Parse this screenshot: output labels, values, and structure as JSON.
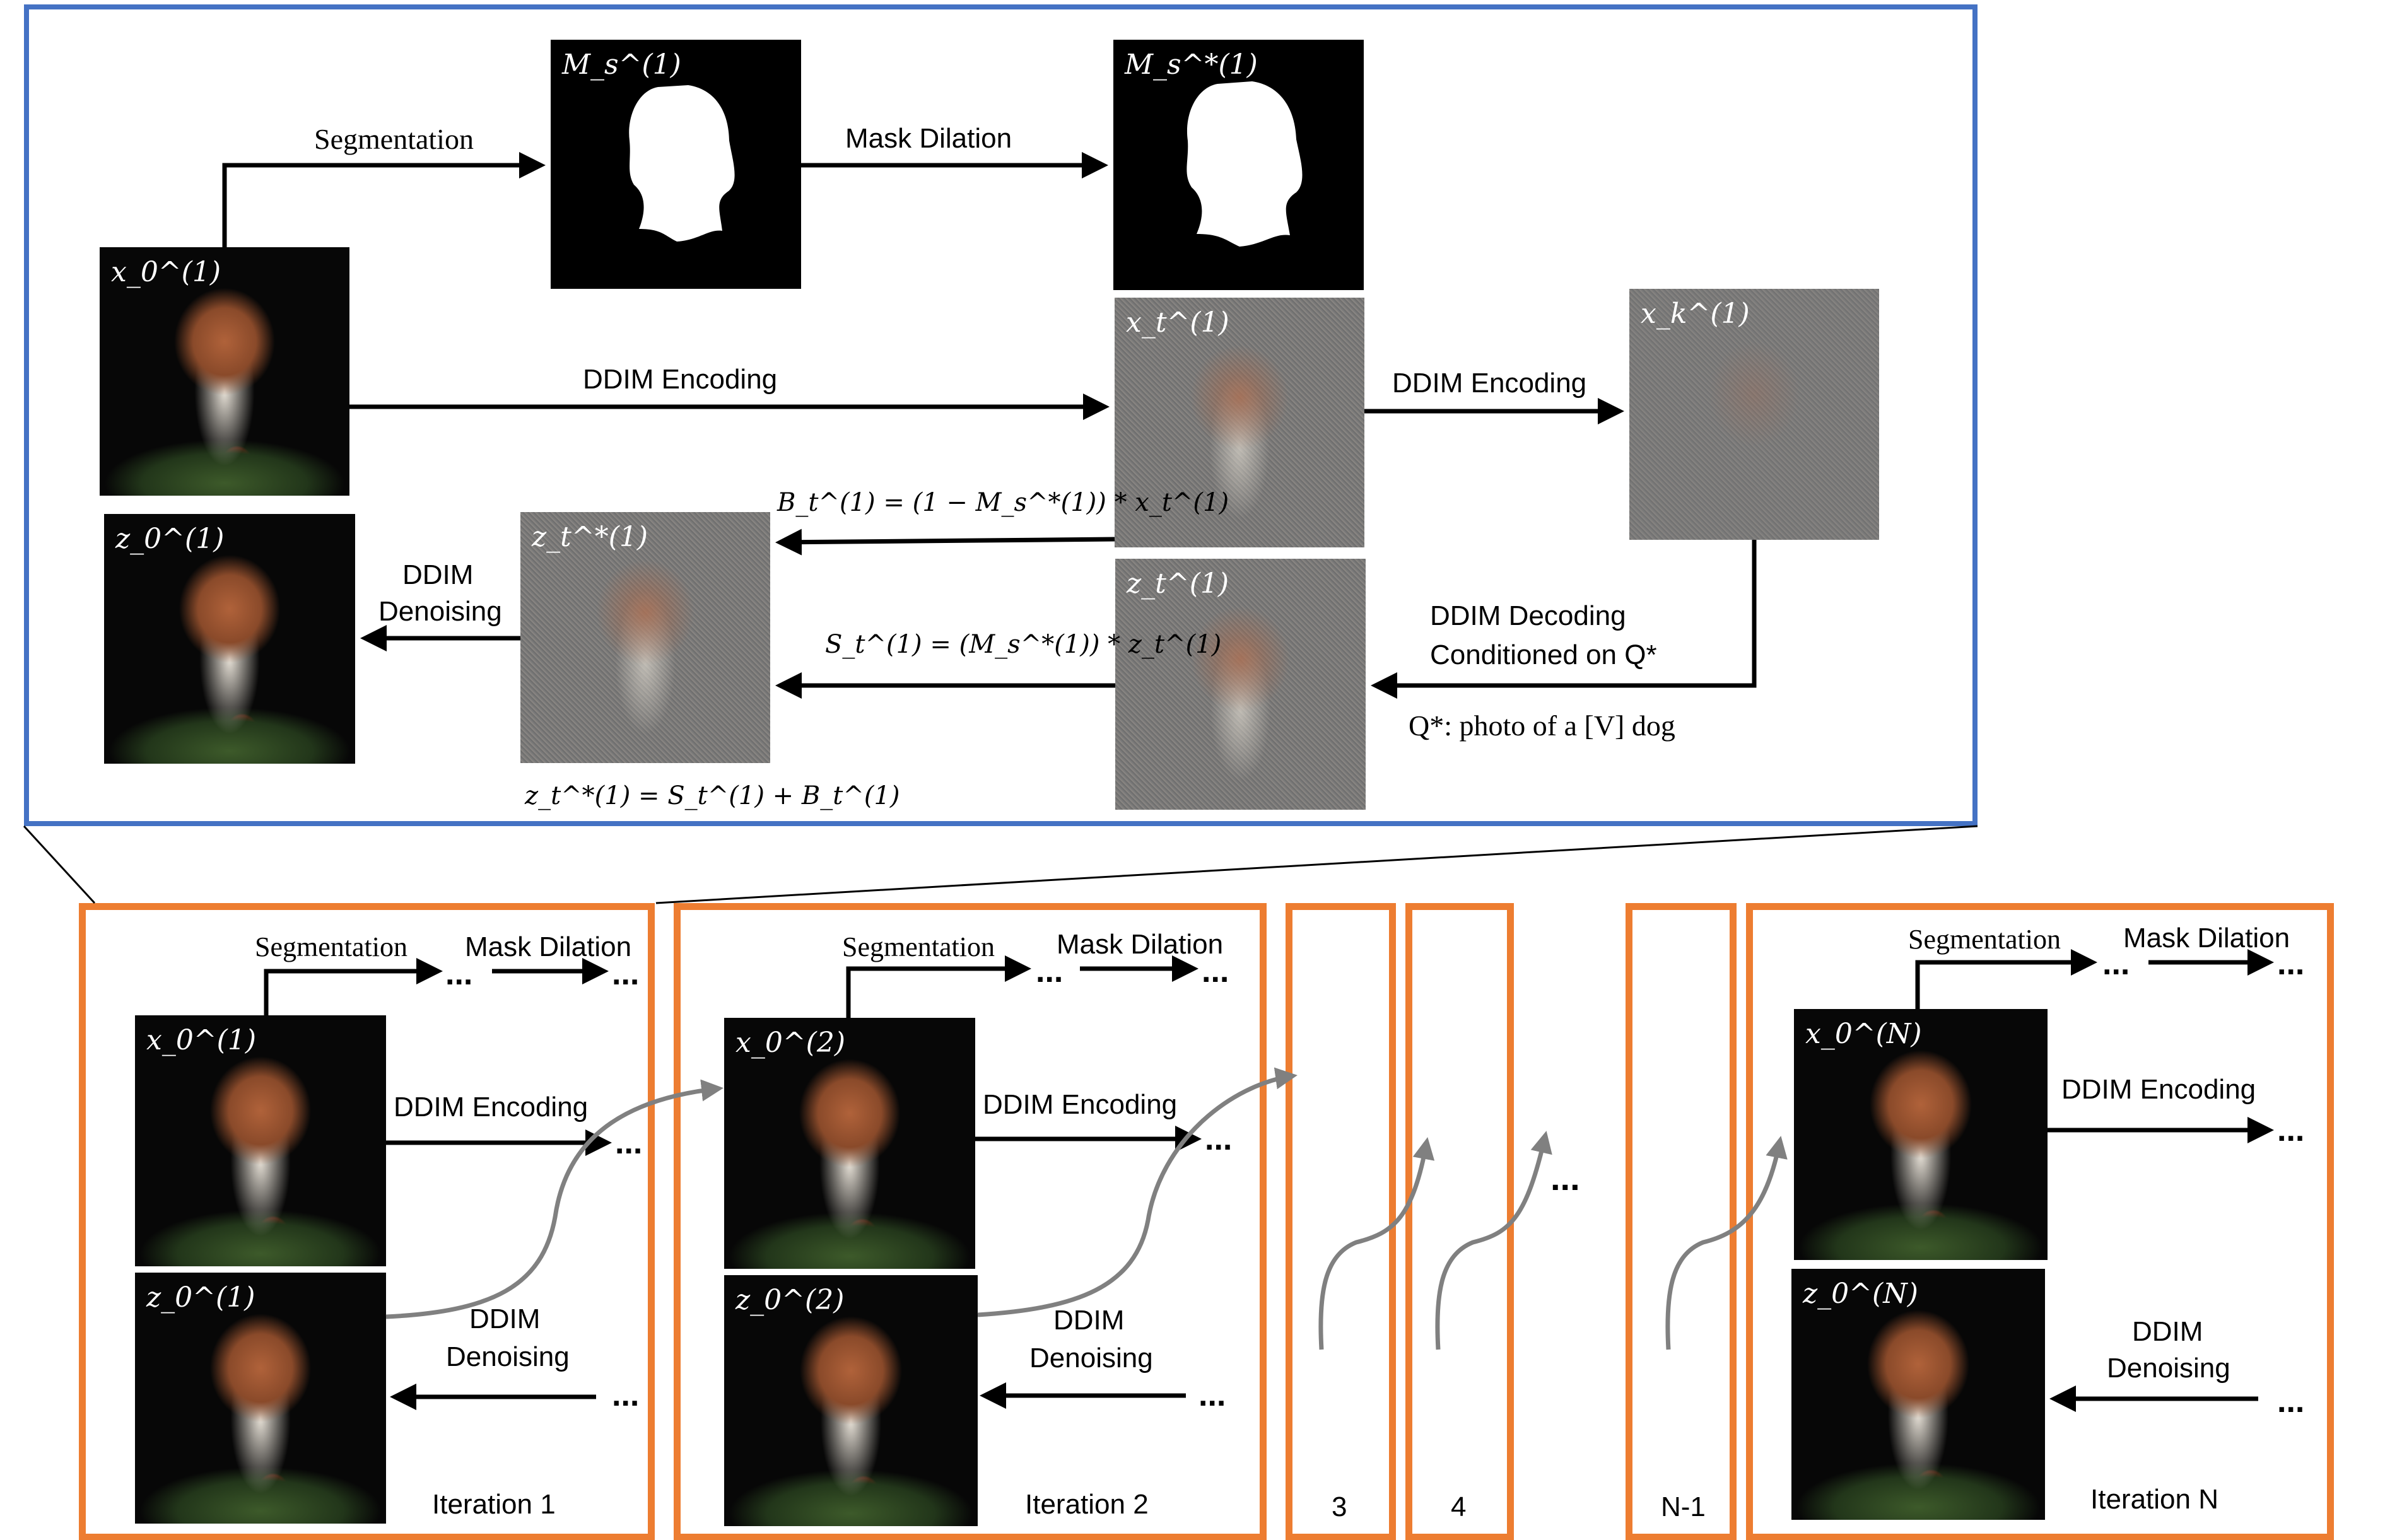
{
  "top_panel": {
    "labels": {
      "segmentation": "Segmentation",
      "mask_dilation": "Mask Dilation",
      "ddim_encoding_1": "DDIM Encoding",
      "ddim_encoding_2": "DDIM Encoding",
      "ddim_decoding_line1": "DDIM Decoding",
      "ddim_decoding_line2": "Conditioned on Q*",
      "ddim_denoising_line1": "DDIM",
      "ddim_denoising_line2": "Denoising",
      "query": "Q*: photo of a [V] dog",
      "eq_background": "B_t^(1) = (1 − M_s^*(1)) * x_t^(1)",
      "eq_subject": "S_t^(1) = (M_s^*(1)) * z_t^(1)",
      "eq_combine": "z_t^*(1) = S_t^(1) + B_t^(1)"
    },
    "images": {
      "x0": "x_0^(1)",
      "mask": "M_s^(1)",
      "mask_dilated": "M_s^*(1)",
      "xt": "x_t^(1)",
      "xk": "x_k^(1)",
      "zt_star": "z_t^*(1)",
      "zt": "z_t^(1)",
      "z0": "z_0^(1)"
    }
  },
  "iterations": [
    {
      "title": "Iteration 1",
      "x0": "x_0^(1)",
      "z0": "z_0^(1)",
      "segmentation": "Segmentation",
      "mask_dilation": "Mask Dilation",
      "ddim_encoding": "DDIM Encoding",
      "ddim_denoising_line1": "DDIM",
      "ddim_denoising_line2": "Denoising",
      "ellipsis": "..."
    },
    {
      "title": "Iteration 2",
      "x0": "x_0^(2)",
      "z0": "z_0^(2)",
      "segmentation": "Segmentation",
      "mask_dilation": "Mask Dilation",
      "ddim_encoding": "DDIM Encoding",
      "ddim_denoising_line1": "DDIM",
      "ddim_denoising_line2": "Denoising",
      "ellipsis": "..."
    },
    {
      "title": "Iteration N",
      "x0": "x_0^(N)",
      "z0": "z_0^(N)",
      "segmentation": "Segmentation",
      "mask_dilation": "Mask Dilation",
      "ddim_encoding": "DDIM Encoding",
      "ddim_denoising_line1": "DDIM",
      "ddim_denoising_line2": "Denoising",
      "ellipsis": "..."
    }
  ],
  "collapsed_iterations": [
    "3",
    "4",
    "N-1"
  ],
  "between_ellipsis": "...",
  "colors": {
    "zoom_frame": "#4472C4",
    "iteration_frame": "#ED7D31",
    "arrow": "#000000",
    "link_curve": "#808080"
  }
}
